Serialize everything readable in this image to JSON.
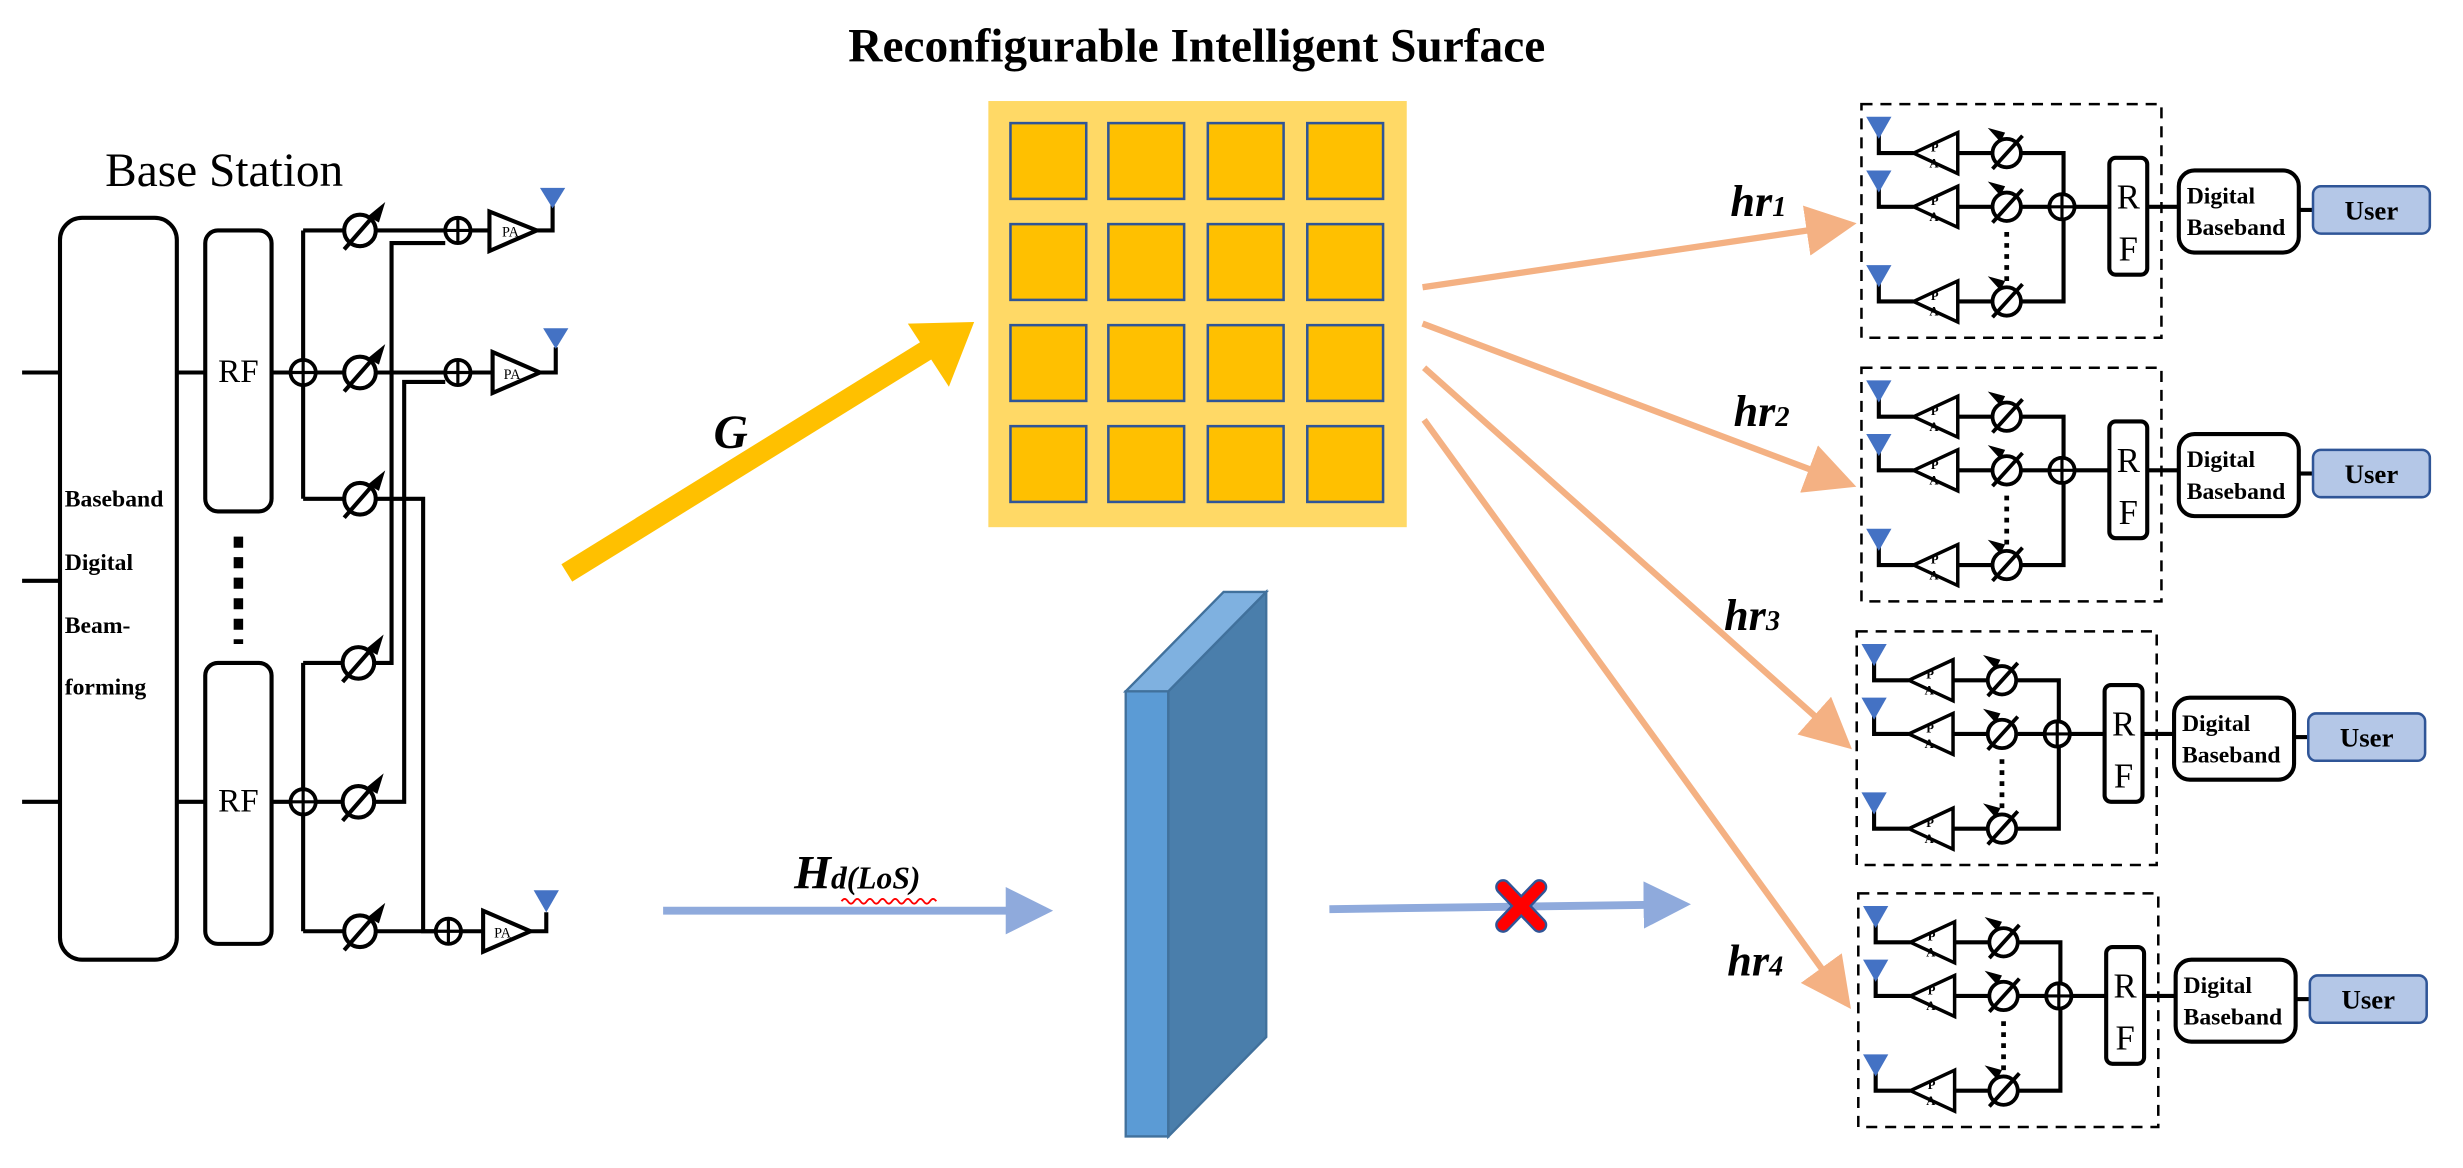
{
  "title": "Reconfigurable Intelligent Surface",
  "base_station": {
    "label": "Base Station",
    "baseband_lines": [
      "Baseband",
      "Digital",
      "Beam-",
      "forming"
    ],
    "rf_label": "RF",
    "pa_label": "PA"
  },
  "channels": {
    "g": "G",
    "hd_main": "H",
    "hd_sub": "d(LoS)",
    "hr_main": "hr",
    "hr_subs": [
      "1",
      "2",
      "3",
      "4"
    ]
  },
  "user_panel": {
    "rf_r": "R",
    "rf_f": "F",
    "pa_p": "P",
    "pa_a": "A",
    "baseband_lines": [
      "Digital",
      "Baseband"
    ],
    "user_label": "User"
  },
  "colors": {
    "ris_bg": "#FFD966",
    "ris_element": "#FFC000",
    "ris_element_border": "#2F5597",
    "g_arrow": "#FFC000",
    "hr_arrow": "#F4B183",
    "los_arrow": "#8FAADC",
    "obstacle_front": "#5B9BD5",
    "obstacle_side": "#4A7EAB",
    "obstacle_top": "#7FB1E0",
    "antenna": "#4472C4",
    "user_box": "#B4C7E7",
    "user_border": "#2F5597",
    "block_mark": "#FF0000"
  }
}
